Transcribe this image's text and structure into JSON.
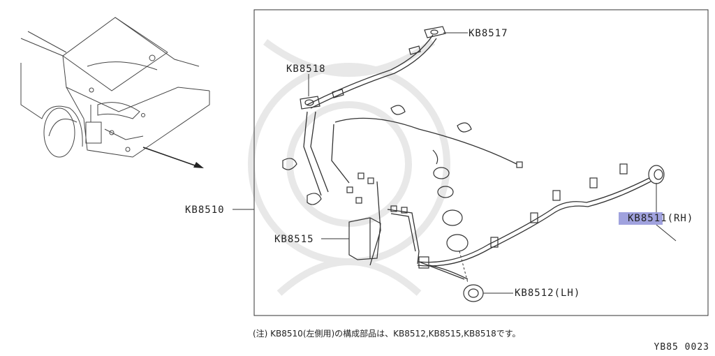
{
  "labels": {
    "kb8510": "KB8510",
    "kb8511": "KB8511(RH)",
    "kb8512": "KB8512(LH)",
    "kb8515": "KB8515",
    "kb8517": "KB8517",
    "kb8518": "KB8518"
  },
  "note": "(注) KB8510(左側用)の構成部品は、KB8512,KB8515,KB8518です。",
  "figure_code": "YB85 0023",
  "colors": {
    "line": "#333333",
    "highlight": "#8f92d8",
    "watermark": "#e6e6e6"
  }
}
